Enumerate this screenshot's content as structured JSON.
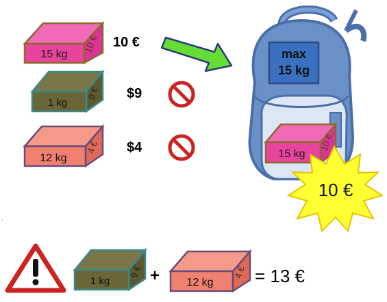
{
  "boxes": [
    {
      "weight": "15 kg",
      "value": "10 €",
      "price_label": "10 €",
      "color": "#ee55aa",
      "edge": "#8a6a2a"
    },
    {
      "weight": "1 kg",
      "value": "9 €",
      "price_label": "$9",
      "color": "#6e6a3a",
      "edge": "#3a8a8a"
    },
    {
      "weight": "12 kg",
      "value": "4 €",
      "price_label": "$4",
      "color": "#f08070",
      "edge": "#6a4a7a"
    }
  ],
  "backpack": {
    "tag_line1": "max",
    "tag_line2": "15 kg",
    "inside_box": {
      "weight": "15 kg",
      "value": "10 €"
    },
    "burst_text": "10 €",
    "color": "#6a90c8",
    "outline": "#4a6fa8"
  },
  "arrow_color": "#66dd33",
  "forbidden_color": "#cc2222",
  "bottom": {
    "warning_icon": "warning-triangle-icon",
    "box_a": {
      "weight": "1 kg",
      "value": "9 €"
    },
    "plus": "+",
    "box_b": {
      "weight": "12 kg",
      "value": "4 €"
    },
    "result": "= 13 €"
  }
}
